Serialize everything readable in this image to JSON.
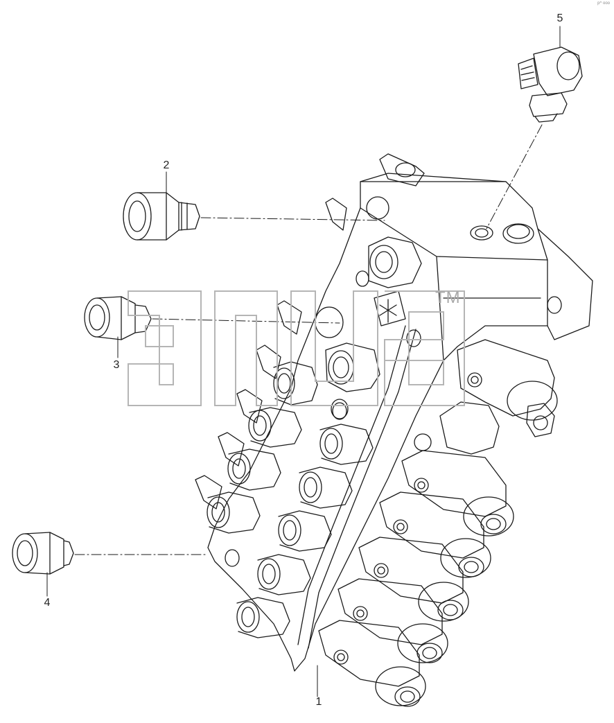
{
  "diagram": {
    "corner_mark": "p^ ooo",
    "watermark": {
      "text": "эпцв",
      "tm": "TM"
    },
    "callouts": [
      {
        "id": "1",
        "label": "1"
      },
      {
        "id": "2",
        "label": "2"
      },
      {
        "id": "3",
        "label": "3"
      },
      {
        "id": "4",
        "label": "4"
      },
      {
        "id": "5",
        "label": "5"
      }
    ],
    "colors": {
      "line": "#1a1a1a",
      "watermark": "#b5b5b5",
      "background": "#ffffff"
    }
  }
}
